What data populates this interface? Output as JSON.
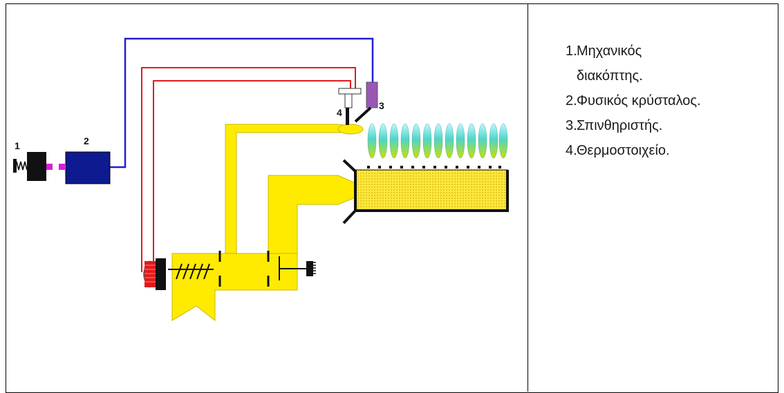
{
  "diagram": {
    "labels": {
      "l1": "1",
      "l2": "2",
      "l3": "3",
      "l4": "4"
    },
    "colors": {
      "gas": "#ffeb00",
      "gas_stroke": "#c9b800",
      "blue_wire": "#1f1fd6",
      "red_wire": "#e01b1b",
      "crystal": "#0e1a8f",
      "spark": "#9a58b5",
      "switch": "#111111",
      "connector": "#d81fd8"
    }
  },
  "legend": {
    "items": [
      {
        "num": "1.",
        "text": "Μηχανικός διακόπτης."
      },
      {
        "num": "2.",
        "text": "Φυσικός κρύσταλος."
      },
      {
        "num": "3.",
        "text": "Σπινθηριστής."
      },
      {
        "num": "4.",
        "text": "Θερμοστοιχείο."
      }
    ]
  }
}
